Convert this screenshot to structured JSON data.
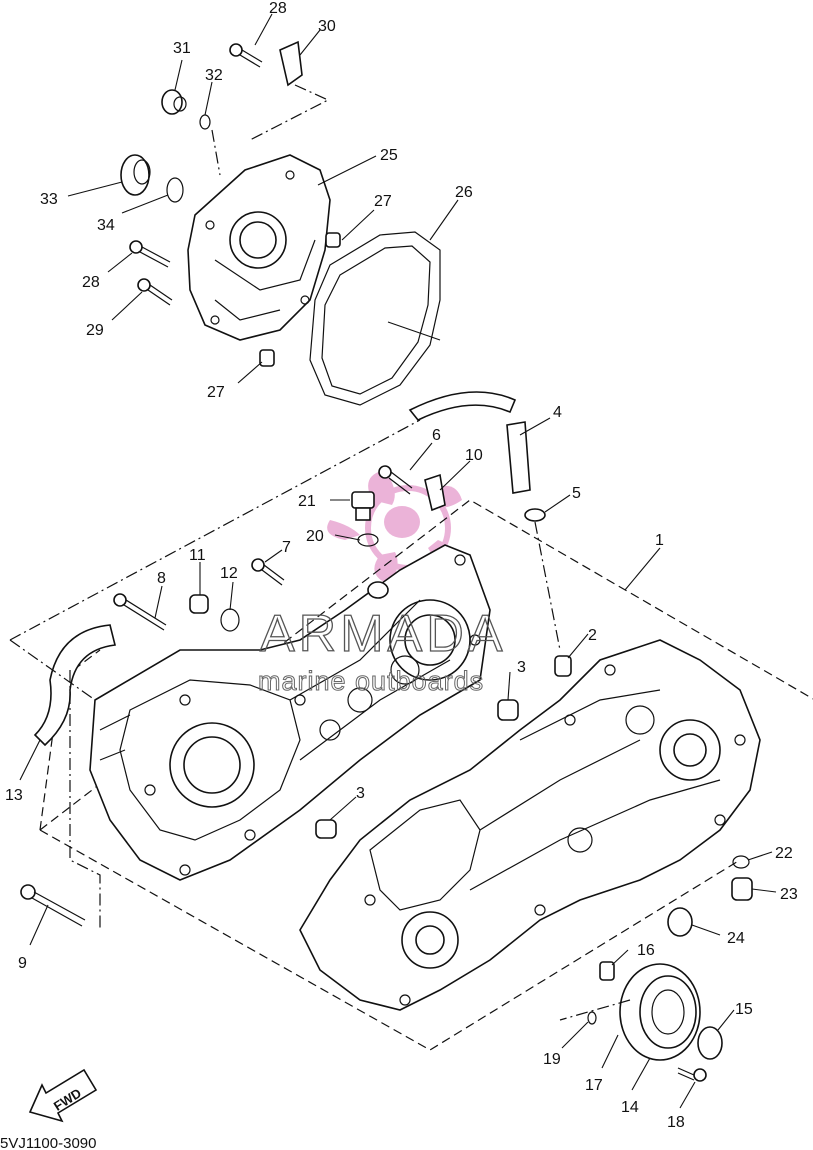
{
  "diagram_code": "5VJ1100-3090",
  "watermark": {
    "brand": "ARMADA",
    "tagline": "marine outboards",
    "logo_color": "#e59acb"
  },
  "forward_arrow": {
    "label": "FWD"
  },
  "callouts": [
    {
      "id": "n2",
      "label": "2"
    },
    {
      "id": "n3a",
      "label": "3"
    },
    {
      "id": "n3b",
      "label": "3"
    },
    {
      "id": "n4",
      "label": "4"
    },
    {
      "id": "n5",
      "label": "5"
    },
    {
      "id": "n6",
      "label": "6"
    },
    {
      "id": "n7",
      "label": "7"
    },
    {
      "id": "n8",
      "label": "8"
    },
    {
      "id": "n9",
      "label": "9"
    },
    {
      "id": "n10",
      "label": "10"
    },
    {
      "id": "n11",
      "label": "11"
    },
    {
      "id": "n12",
      "label": "12"
    },
    {
      "id": "n13",
      "label": "13"
    },
    {
      "id": "n14",
      "label": "14"
    },
    {
      "id": "n15",
      "label": "15"
    },
    {
      "id": "n16",
      "label": "16"
    },
    {
      "id": "n17",
      "label": "17"
    },
    {
      "id": "n18",
      "label": "18"
    },
    {
      "id": "n19",
      "label": "19"
    },
    {
      "id": "n20",
      "label": "20"
    },
    {
      "id": "n21",
      "label": "21"
    },
    {
      "id": "n22",
      "label": "22"
    },
    {
      "id": "n23",
      "label": "23"
    },
    {
      "id": "n24",
      "label": "24"
    },
    {
      "id": "n25",
      "label": "25"
    },
    {
      "id": "n26",
      "label": "26"
    },
    {
      "id": "n27a",
      "label": "27"
    },
    {
      "id": "n27b",
      "label": "27"
    },
    {
      "id": "n28a",
      "label": "28"
    },
    {
      "id": "n28b",
      "label": "28"
    },
    {
      "id": "n29",
      "label": "29"
    },
    {
      "id": "n30",
      "label": "30"
    },
    {
      "id": "n31",
      "label": "31"
    },
    {
      "id": "n32",
      "label": "32"
    },
    {
      "id": "n33",
      "label": "33"
    },
    {
      "id": "n34",
      "label": "34"
    },
    {
      "id": "n1",
      "label": "1"
    }
  ]
}
